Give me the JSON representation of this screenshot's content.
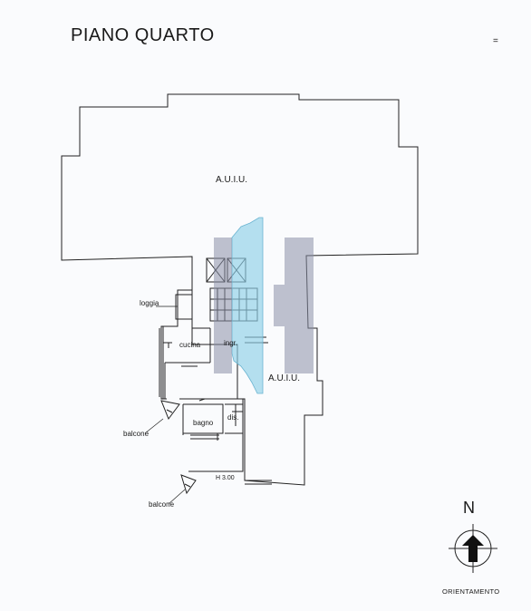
{
  "title": "PIANO QUARTO",
  "corner_mark": "=",
  "rooms": {
    "auiu_top": "A.U.I.U.",
    "auiu_right": "A.U.I.U.",
    "loggia": "loggia",
    "cucina": "cucina",
    "ingr": "ingr.",
    "bagno": "bagno",
    "dis": "dis.",
    "balcone_1": "balcone",
    "balcone_2": "balcone",
    "height": "H 3.00"
  },
  "compass": {
    "north": "N",
    "caption": "ORIENTAMENTO"
  }
}
